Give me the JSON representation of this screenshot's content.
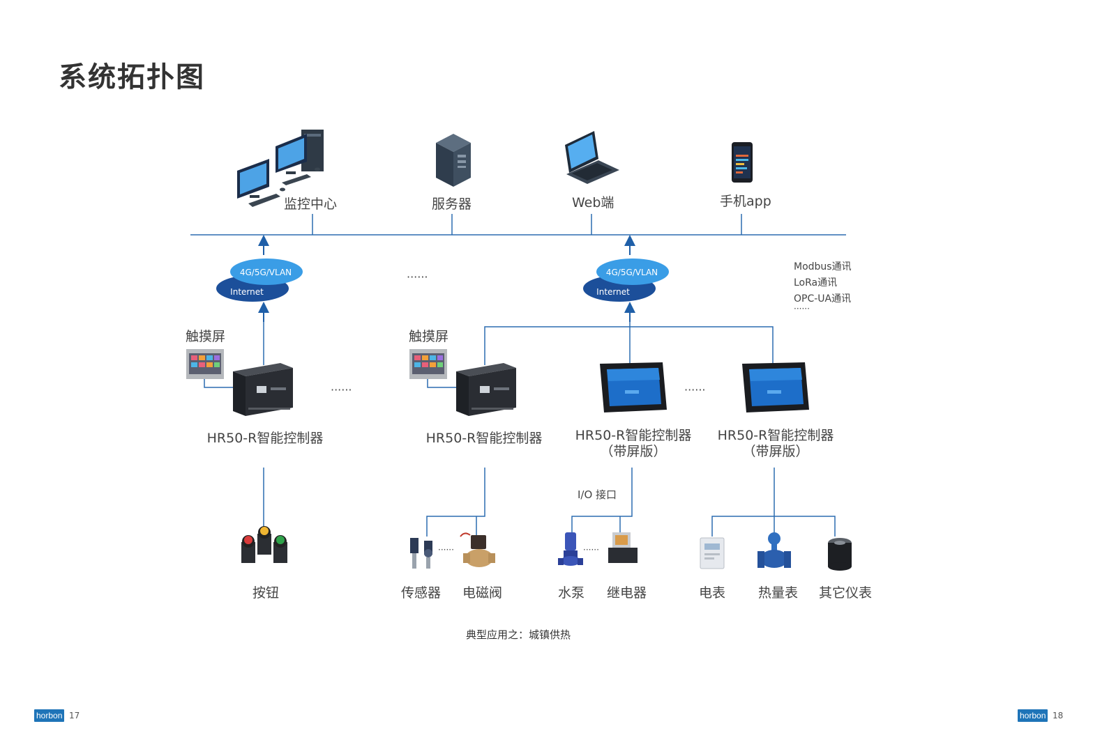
{
  "page_title": "系统拓扑图",
  "top_nodes": {
    "monitor": "监控中心",
    "server": "服务器",
    "web": "Web端",
    "app": "手机app"
  },
  "clouds": {
    "line1": "4G/5G/VLAN",
    "line2": "Internet"
  },
  "protocols": [
    "Modbus通讯",
    "LoRa通讯",
    "OPC-UA通讯",
    "······"
  ],
  "touchscreen": "触摸屏",
  "controllers": [
    {
      "line1": "HR50-R智能控制器",
      "line2": ""
    },
    {
      "line1": "HR50-R智能控制器",
      "line2": ""
    },
    {
      "line1": "HR50-R智能控制器",
      "line2": "（带屏版）"
    },
    {
      "line1": "HR50-R智能控制器",
      "line2": "（带屏版）"
    }
  ],
  "ellipsis": "······",
  "io_label": "I/O 接口",
  "devices": {
    "button": "按钮",
    "sensor": "传感器",
    "valve": "电磁阀",
    "pump": "水泵",
    "relay": "继电器",
    "meter": "电表",
    "heat_meter": "热量表",
    "other": "其它仪表"
  },
  "caption": "典型应用之：城镇供热",
  "footer": {
    "logo": "horbon",
    "left_page": "17",
    "right_page": "18"
  },
  "colors": {
    "line": "#2b6cb0",
    "arrow": "#1f5fa8",
    "cloud_light": "#3a9de6",
    "cloud_dark": "#1c4f9a",
    "device_dark": "#2a2d33"
  }
}
